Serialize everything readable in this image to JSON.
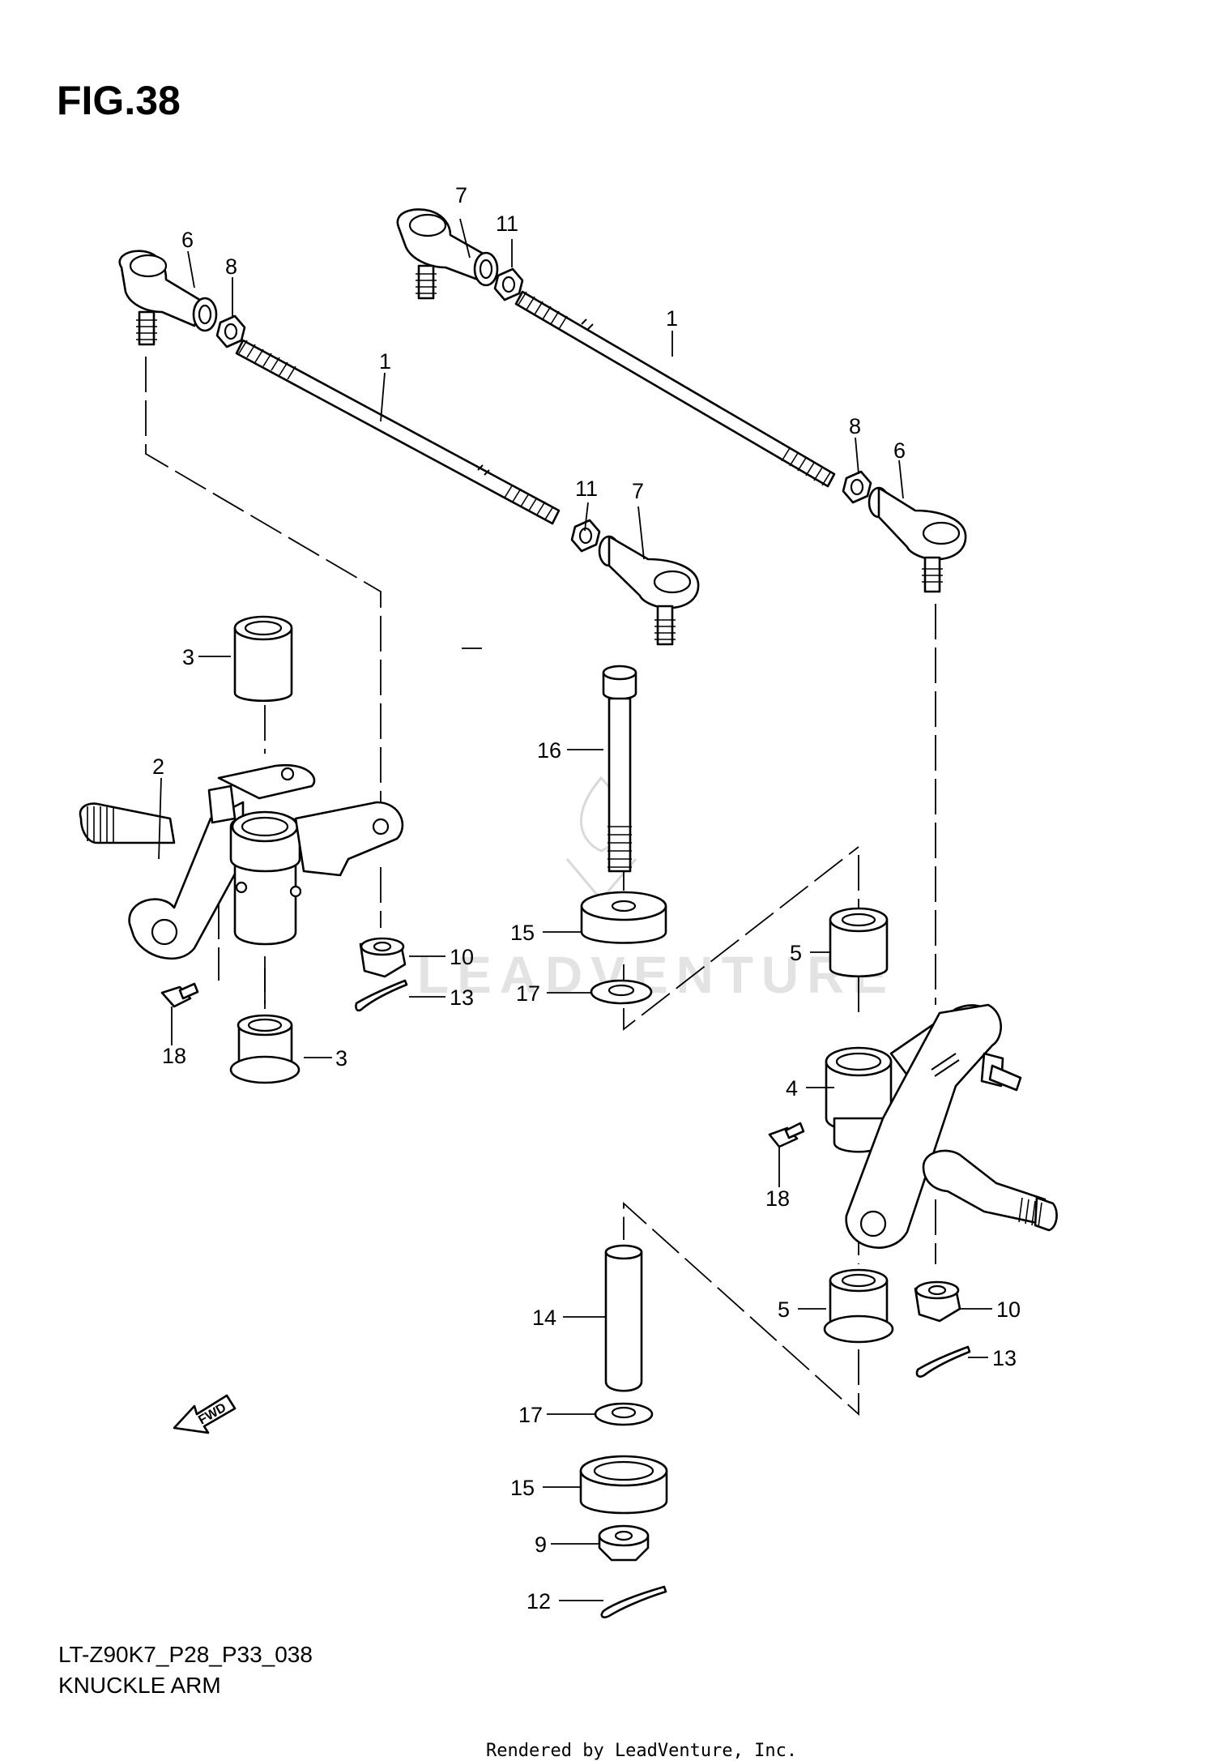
{
  "figure_title": "FIG.38",
  "model_code": "LT-Z90K7_P28_P33_038",
  "diagram_title": "KNUCKLE ARM",
  "credit": "Rendered by LeadVenture, Inc.",
  "watermark": "LEADVENTURE",
  "fwd_label": "FWD",
  "callouts": {
    "c1a": "1",
    "c1b": "1",
    "c2": "2",
    "c3a": "3",
    "c3b": "3",
    "c4": "4",
    "c5a": "5",
    "c5b": "5",
    "c6a": "6",
    "c6b": "6",
    "c7a": "7",
    "c7b": "7",
    "c8a": "8",
    "c8b": "8",
    "c9": "9",
    "c10a": "10",
    "c10b": "10",
    "c11a": "11",
    "c11b": "11",
    "c12": "12",
    "c13a": "13",
    "c13b": "13",
    "c14": "14",
    "c15a": "15",
    "c15b": "15",
    "c16": "16",
    "c17a": "17",
    "c17b": "17",
    "c18a": "18",
    "c18b": "18"
  }
}
